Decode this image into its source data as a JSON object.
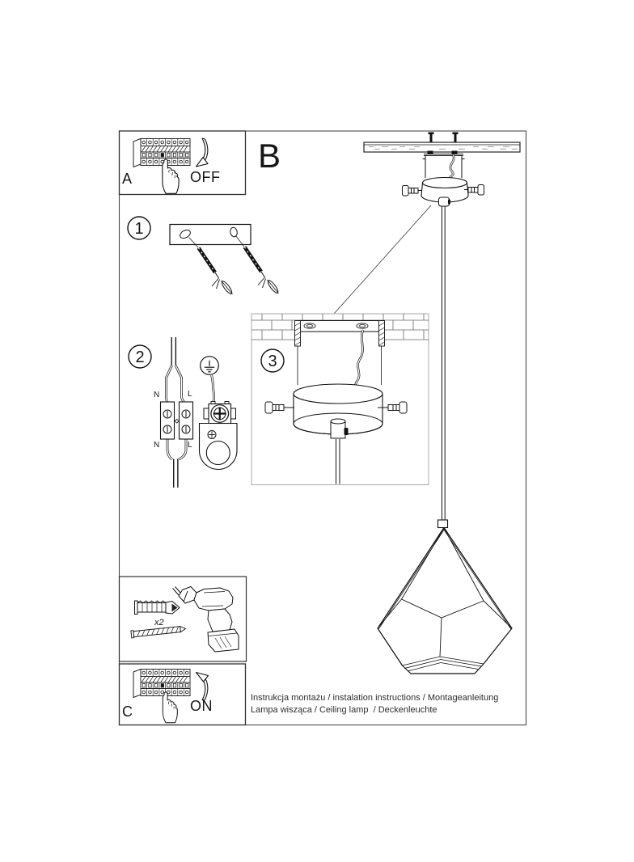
{
  "panels": {
    "breaker_off": {
      "letter": "A",
      "action": "OFF"
    },
    "mounted_view": {
      "letter": "B"
    },
    "breaker_on": {
      "letter": "C",
      "action": "ON"
    },
    "tools": {
      "quantity": "x2"
    }
  },
  "steps": {
    "one": "1",
    "two": "2",
    "three": "3"
  },
  "wiring": {
    "top_n": "N",
    "top_l": "L",
    "bottom_n": "N",
    "bottom_l": "L"
  },
  "footer": {
    "line1": "Instrukcja montażu / instalation instructions / Montageanleitung",
    "line2": "Lampa wisząca / Ceiling lamp  / Deckenleuchte"
  },
  "colors": {
    "line": "#1a1a1a",
    "frame": "#555555",
    "box3_border": "#b0b0b0",
    "background": "#ffffff"
  }
}
